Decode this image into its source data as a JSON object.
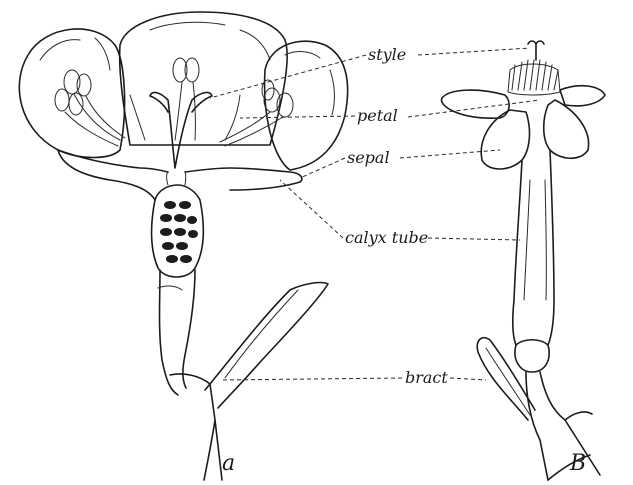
{
  "labels": {
    "style": "style",
    "petal": "petal",
    "sepal": "sepal",
    "calyx_tube": "calyx tube",
    "bract": "bract"
  },
  "panels": {
    "left": "a",
    "right": "B"
  }
}
